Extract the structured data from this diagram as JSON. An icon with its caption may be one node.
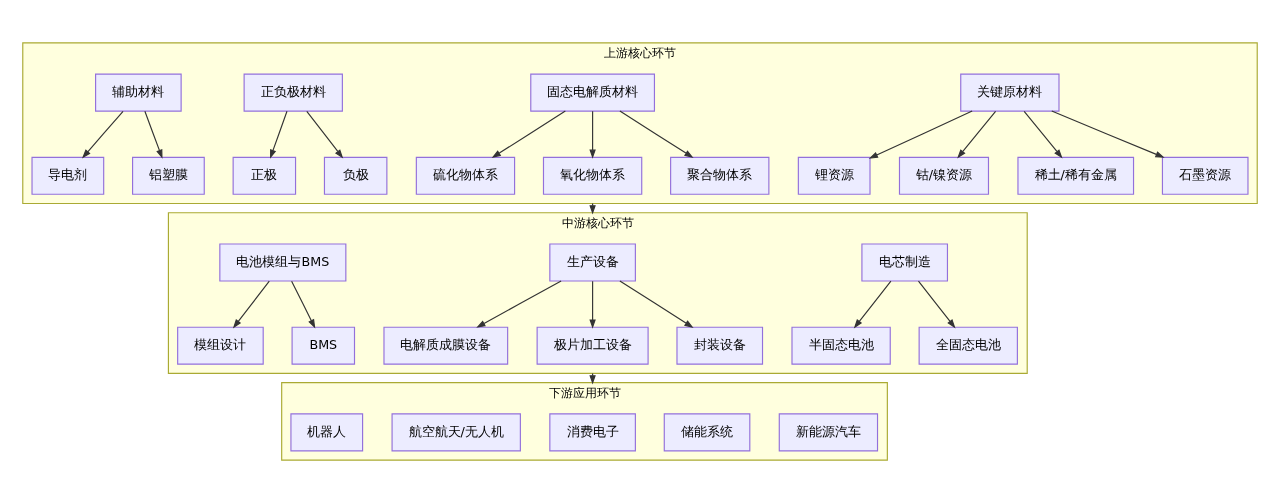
{
  "diagram": {
    "nodes": [
      {
        "text": [
          "上游核心环节"
        ]
      },
      {
        "text": [
          "关键原材料"
        ],
        "in": 0
      },
      {
        "text": [
          "锂资源"
        ],
        "in": 0
      },
      {
        "text": [
          "钴/镍资源"
        ],
        "in": 0
      },
      {
        "text": [
          "稀土/稀有金属"
        ],
        "in": 0
      },
      {
        "text": [
          "石墨资源"
        ],
        "in": 0
      },
      {
        "text": [
          "固态电解质材料"
        ],
        "in": 0
      },
      {
        "text": [
          "硫化物体系"
        ],
        "in": 0
      },
      {
        "text": [
          "氧化物体系"
        ],
        "in": 0
      },
      {
        "text": [
          "聚合物体系"
        ],
        "in": 0
      },
      {
        "text": [
          "正负极材料"
        ],
        "in": 0
      },
      {
        "text": [
          "正极"
        ],
        "in": 0
      },
      {
        "text": [
          "负极"
        ],
        "in": 0
      },
      {
        "text": [
          "辅助材料"
        ],
        "in": 0
      },
      {
        "text": [
          "导电剂"
        ],
        "in": 0
      },
      {
        "text": [
          "铝塑膜"
        ],
        "in": 0
      },
      {
        "text": [
          "中游核心环节"
        ]
      },
      {
        "text": [
          "电芯制造"
        ],
        "in": 16
      },
      {
        "text": [
          "半固态电池"
        ],
        "in": 16
      },
      {
        "text": [
          "全固态电池"
        ],
        "in": 16
      },
      {
        "text": [
          "生产设备"
        ],
        "in": 16
      },
      {
        "text": [
          "电解质成膜设备"
        ],
        "in": 16
      },
      {
        "text": [
          "极片加工设备"
        ],
        "in": 16
      },
      {
        "text": [
          "封装设备"
        ],
        "in": 16
      },
      {
        "text": [
          "电池模组与BMS"
        ],
        "in": 16
      },
      {
        "text": [
          "模组设计"
        ],
        "in": 16
      },
      {
        "text": [
          "BMS"
        ],
        "in": 16
      },
      {
        "text": [
          "下游应用环节"
        ]
      },
      {
        "text": [
          "新能源汽车"
        ],
        "in": 27
      },
      {
        "text": [
          "储能系统"
        ],
        "in": 27
      },
      {
        "text": [
          "消费电子"
        ],
        "in": 27
      },
      {
        "text": [
          "航空航天/无人机"
        ],
        "in": 27
      },
      {
        "text": [
          "机器人"
        ],
        "in": 27
      }
    ],
    "edges": [
      {
        "from": 1,
        "to": 2,
        "arrow": "to"
      },
      {
        "from": 1,
        "to": 3,
        "arrow": "to"
      },
      {
        "from": 1,
        "to": 4,
        "arrow": "to"
      },
      {
        "from": 1,
        "to": 5,
        "arrow": "to"
      },
      {
        "from": 6,
        "to": 7,
        "arrow": "to"
      },
      {
        "from": 6,
        "to": 8,
        "arrow": "to"
      },
      {
        "from": 6,
        "to": 9,
        "arrow": "to"
      },
      {
        "from": 10,
        "to": 11,
        "arrow": "to"
      },
      {
        "from": 10,
        "to": 12,
        "arrow": "to"
      },
      {
        "from": 13,
        "to": 14,
        "arrow": "to"
      },
      {
        "from": 13,
        "to": 15,
        "arrow": "to"
      },
      {
        "from": 17,
        "to": 18,
        "arrow": "to"
      },
      {
        "from": 17,
        "to": 19,
        "arrow": "to"
      },
      {
        "from": 20,
        "to": 21,
        "arrow": "to"
      },
      {
        "from": 20,
        "to": 22,
        "arrow": "to"
      },
      {
        "from": 20,
        "to": 23,
        "arrow": "to"
      },
      {
        "from": 24,
        "to": 25,
        "arrow": "to"
      },
      {
        "from": 24,
        "to": 26,
        "arrow": "to"
      },
      {
        "from": 0,
        "to": 16,
        "arrow": "to"
      },
      {
        "from": 16,
        "to": 27,
        "arrow": "to"
      }
    ]
  }
}
